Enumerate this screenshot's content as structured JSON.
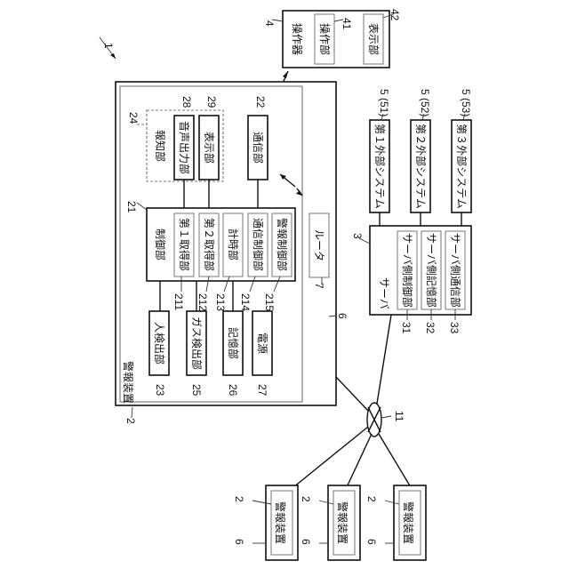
{
  "figure_label": "1",
  "operation_device": {
    "ref": "4",
    "title": "操作器",
    "operation_unit": {
      "ref": "41",
      "label": "操作部"
    },
    "display_unit": {
      "ref": "42",
      "label": "表示部"
    }
  },
  "alarm_device": {
    "ref": "2",
    "title": "警報装置",
    "housing_ref": "6",
    "notification_unit": {
      "ref": "24",
      "label": "報知部",
      "sound_output": {
        "ref": "28",
        "label": "音声出力部"
      },
      "display": {
        "ref": "29",
        "label": "表示部"
      }
    },
    "communication_unit": {
      "ref": "22",
      "label": "通信部"
    },
    "control_unit": {
      "ref": "21",
      "label": "制御部",
      "sub_units": [
        {
          "ref": "211",
          "label": "第１取得部"
        },
        {
          "ref": "212",
          "label": "第２取得部"
        },
        {
          "ref": "213",
          "label": "計時部"
        },
        {
          "ref": "214",
          "label": "通信制御部"
        },
        {
          "ref": "215",
          "label": "警報制御部"
        }
      ]
    },
    "router": {
      "ref": "7",
      "label": "ルータ"
    },
    "lower_units": [
      {
        "ref": "23",
        "label": "人検出部"
      },
      {
        "ref": "25",
        "label": "ガス検出部"
      },
      {
        "ref": "26",
        "label": "記憶部"
      },
      {
        "ref": "27",
        "label": "電源"
      }
    ]
  },
  "external_systems": [
    {
      "ref": "5 (51)",
      "label": "第１外部システム"
    },
    {
      "ref": "5 (52)",
      "label": "第２外部システム"
    },
    {
      "ref": "5 (53)",
      "label": "第３外部システム"
    }
  ],
  "server": {
    "ref": "3",
    "label": "サーバ",
    "sub_units": [
      {
        "ref": "31",
        "label": "サーバ側制御部"
      },
      {
        "ref": "32",
        "label": "サーバ側記憶部"
      },
      {
        "ref": "33",
        "label": "サーバ側通信部"
      }
    ]
  },
  "network": {
    "ref": "11"
  },
  "other_alarm_devices": [
    {
      "ref": "2",
      "housing_ref": "6",
      "label": "警報装置"
    },
    {
      "ref": "2",
      "housing_ref": "6",
      "label": "警報装置"
    },
    {
      "ref": "2",
      "housing_ref": "6",
      "label": "警報装置"
    }
  ]
}
